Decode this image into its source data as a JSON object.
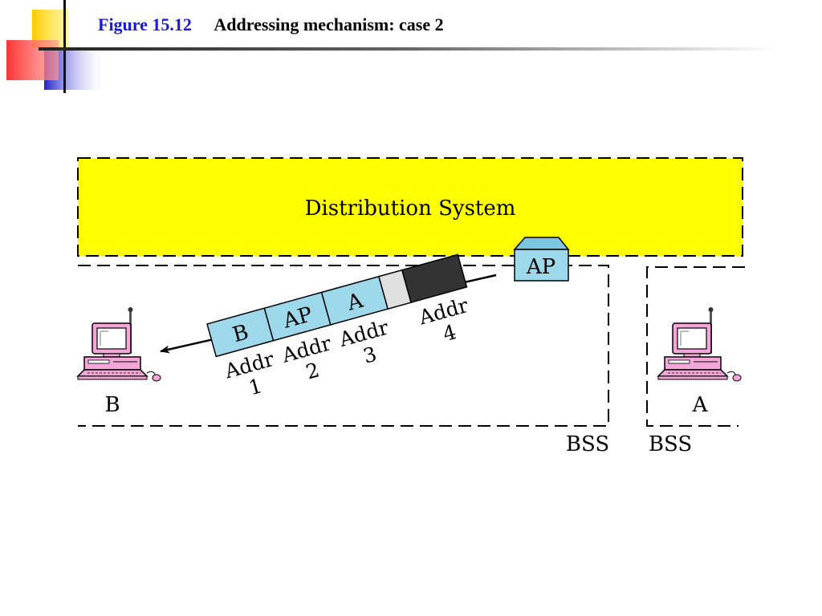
{
  "title": {
    "figure_number": "Figure 15.12",
    "caption": "Addressing mechanism: case 2"
  },
  "diagram": {
    "distribution_system_label": "Distribution System",
    "ap_label": "AP",
    "frame_fields": [
      "B",
      "AP",
      "A"
    ],
    "address_labels": [
      {
        "word": "Addr",
        "num": "1"
      },
      {
        "word": "Addr",
        "num": "2"
      },
      {
        "word": "Addr",
        "num": "3"
      },
      {
        "word": "Addr",
        "num": "4"
      }
    ],
    "station_left": "B",
    "station_right": "A",
    "bss_left": "BSS",
    "bss_right": "BSS"
  },
  "colors": {
    "distribution_system": "#ffff00",
    "frame": "#9dd9ea",
    "ap_box": "#9dd9ea",
    "addr4_field": "#333333",
    "empty_field": "#e0e0e0",
    "computer_pink": "#f5a6d8",
    "title_blue": "#1a1ad4"
  }
}
